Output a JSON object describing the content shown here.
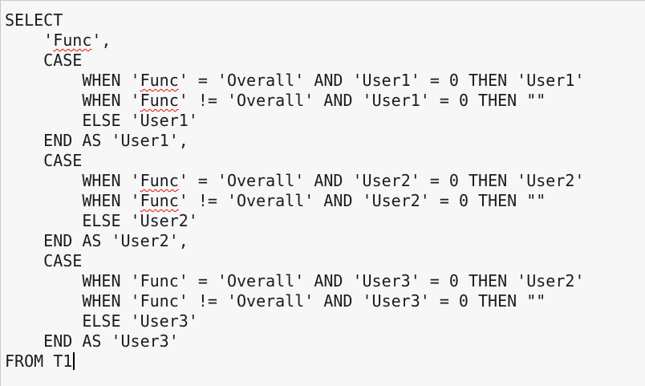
{
  "app": {
    "type": "code-editor",
    "language": "sql"
  },
  "editor": {
    "background": "#f7f7f7",
    "text_color": "#1b1b1b",
    "squiggle_color": "#e51400",
    "caret": {
      "visible": true,
      "line": 18,
      "position": "end-of-line"
    },
    "lines": [
      {
        "segments": [
          {
            "t": "SELECT"
          }
        ]
      },
      {
        "segments": [
          {
            "t": "    '"
          },
          {
            "t": "Func",
            "sq": true
          },
          {
            "t": "',"
          }
        ]
      },
      {
        "segments": [
          {
            "t": "    CASE"
          }
        ]
      },
      {
        "segments": [
          {
            "t": "        WHEN '"
          },
          {
            "t": "Func",
            "sq": true
          },
          {
            "t": "' = 'Overall' AND 'User1' = 0 THEN 'User1'"
          }
        ]
      },
      {
        "segments": [
          {
            "t": "        WHEN '"
          },
          {
            "t": "Func",
            "sq": true
          },
          {
            "t": "' != 'Overall' AND 'User1' = 0 THEN \"\""
          }
        ]
      },
      {
        "segments": [
          {
            "t": "        ELSE 'User1'"
          }
        ]
      },
      {
        "segments": [
          {
            "t": "    END AS 'User1',"
          }
        ]
      },
      {
        "segments": [
          {
            "t": "    CASE"
          }
        ]
      },
      {
        "segments": [
          {
            "t": "        WHEN '"
          },
          {
            "t": "Func",
            "sq": true
          },
          {
            "t": "' = 'Overall' AND 'User2' = 0 THEN 'User2'"
          }
        ]
      },
      {
        "segments": [
          {
            "t": "        WHEN '"
          },
          {
            "t": "Func",
            "sq": true
          },
          {
            "t": "' != 'Overall' AND 'User2' = 0 THEN \"\""
          }
        ]
      },
      {
        "segments": [
          {
            "t": "        ELSE 'User2'"
          }
        ]
      },
      {
        "segments": [
          {
            "t": "    END AS 'User2',"
          }
        ]
      },
      {
        "segments": [
          {
            "t": "    CASE"
          }
        ]
      },
      {
        "segments": [
          {
            "t": "        WHEN 'Func' = 'Overall' AND 'User3' = 0 THEN 'User2'"
          }
        ]
      },
      {
        "segments": [
          {
            "t": "        WHEN 'Func' != 'Overall' AND 'User3' = 0 THEN \"\""
          }
        ]
      },
      {
        "segments": [
          {
            "t": "        ELSE 'User3'"
          }
        ]
      },
      {
        "segments": [
          {
            "t": "    END AS 'User3'"
          }
        ]
      },
      {
        "segments": [
          {
            "t": "FROM T1"
          }
        ],
        "cursor": true
      }
    ]
  }
}
